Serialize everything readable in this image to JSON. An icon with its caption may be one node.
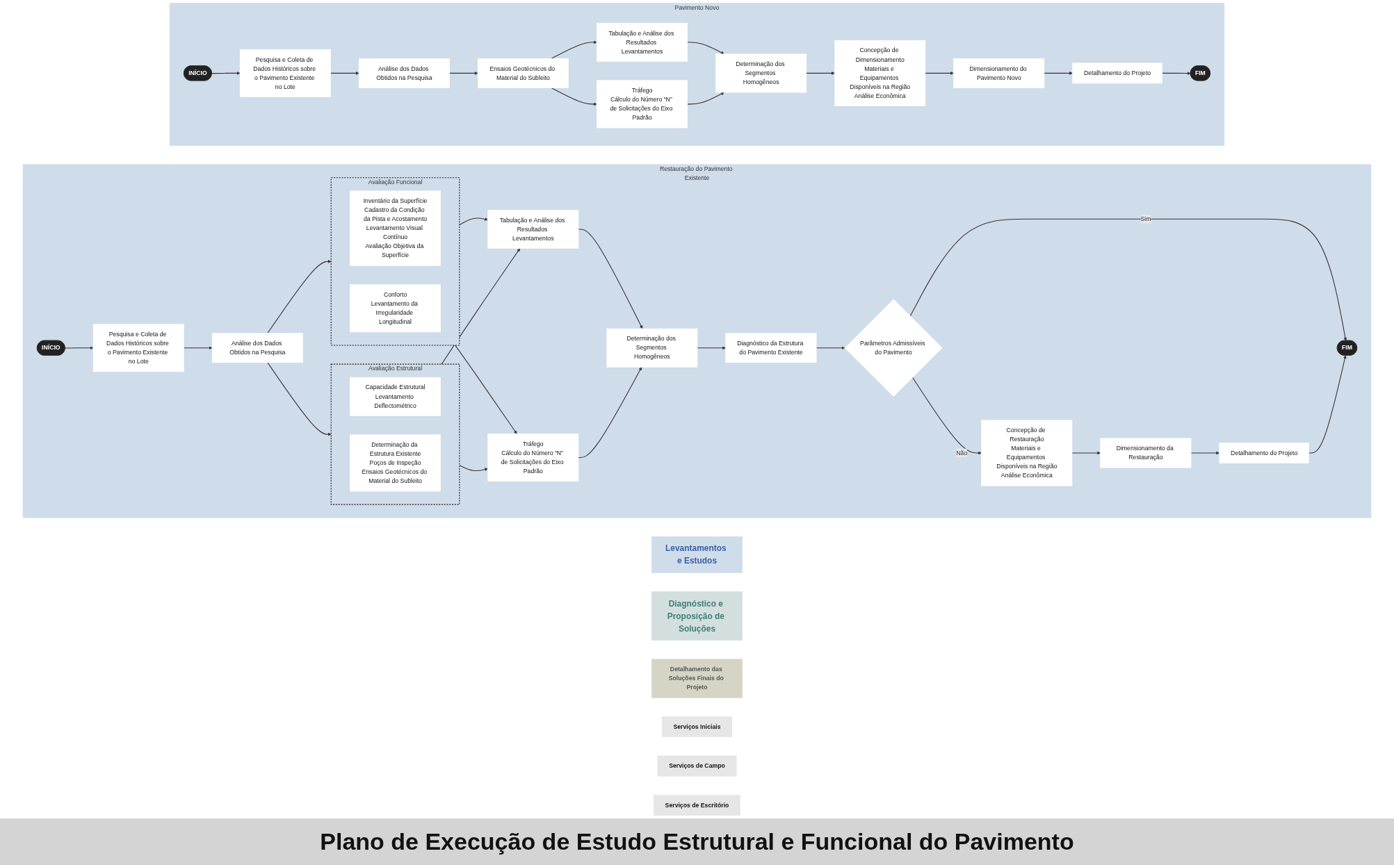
{
  "diagram": {
    "title": "Plano de Execução de Estudo Estrutural e Funcional do Pavimento",
    "nodes": [
      {
        "text": [
          "Levantamentos e Estudos"
        ]
      },
      {
        "text": [
          "Diagnóstico e Proposição de Soluções"
        ]
      },
      {
        "text": [
          "Detalhamento das Soluções Finais do Projeto"
        ]
      },
      {
        "text": [
          "Serviços Iniciais"
        ]
      },
      {
        "text": [
          "Serviços de Campo"
        ]
      },
      {
        "text": [
          "Serviços de Escritório"
        ]
      },
      {
        "text": [
          "Restauração do Pavimento Existente"
        ]
      },
      {
        "text": [
          "INÍCIO"
        ],
        "in": 6
      },
      {
        "text": [
          "Pesquisa e Coleta de Dados Históricos sobre o Pavimento Existente no Lote"
        ],
        "in": 6
      },
      {
        "text": [
          "Análise dos Dados Obtidos na Pesquisa"
        ],
        "in": 6
      },
      {
        "text": [
          "Avaliação Funcional"
        ],
        "in": 6
      },
      {
        "text": [
          "Inventário da Superfície",
          "Cadastro da Condição da Pista e Acostamento",
          "Levantamento Visual Contínuo",
          "Avaliação Objetiva da Superfície"
        ],
        "in": 10
      },
      {
        "text": [
          "Conforto",
          "Levantamento da Irregularidade Longitudinal"
        ],
        "in": 10
      },
      {
        "text": [
          "Avaliação Estrutural"
        ],
        "in": 6
      },
      {
        "text": [
          "Capacidade Estrutural",
          "Levantamento Deflectométrico"
        ],
        "in": 13
      },
      {
        "text": [
          "Determinação da Estrutura Existente",
          "Poços de Inspeção",
          "Ensaios Geotécnicos do Material do Subleito"
        ],
        "in": 13
      },
      {
        "text": [
          "Tabulação e Análise dos Resultados Levantamentos"
        ],
        "in": 6
      },
      {
        "text": [
          "Tráfego",
          "Cálculo do Número “N” de Solicitações do Eixo Padrão"
        ],
        "in": 6
      },
      {
        "text": [
          "Determinação dos Segmentos Homogêneos"
        ],
        "in": 6
      },
      {
        "text": [
          "Diagnóstico da Estrutura do Pavimento Existente"
        ],
        "in": 6
      },
      {
        "text": [
          "Parâmetros Admissíveis do Pavimento"
        ],
        "in": 6
      },
      {
        "text": [
          "FIM"
        ],
        "in": 6
      },
      {
        "text": [
          "Concepção de Restauração",
          "Materiais e Equipamentos Disponíveis na Região",
          "Análise Econômica"
        ],
        "in": 6
      },
      {
        "text": [
          "Dimensionamento da Restauração"
        ],
        "in": 6
      },
      {
        "text": [
          "Detalhamento do Projeto"
        ],
        "in": 6
      },
      {
        "text": [
          "Pavimento Novo"
        ]
      },
      {
        "text": [
          "INÍCIO"
        ],
        "in": 25
      },
      {
        "text": [
          "Pesquisa e Coleta de Dados Históricos sobre o Pavimento Existente no Lote"
        ],
        "in": 25
      },
      {
        "text": [
          "Análise dos Dados Obtidos na Pesquisa"
        ],
        "in": 25
      },
      {
        "text": [
          "Ensaios Geotécnicos do Material do Subleito"
        ],
        "in": 25
      },
      {
        "text": [
          "Tabulação e Análise dos Resultados Levantamentos"
        ],
        "in": 25
      },
      {
        "text": [
          "Tráfego",
          "Cálculo do Número “N” de Solicitações do Eixo Padrão"
        ],
        "in": 25
      },
      {
        "text": [
          "Determinação dos Segmentos Homogêneos"
        ],
        "in": 25
      },
      {
        "text": [
          "Concepção de Dimensionamento",
          "Materiais e Equipamentos Disponíveis na Região",
          "Análise Econômica"
        ],
        "in": 25
      },
      {
        "text": [
          "Dimensionamento do Pavimento Novo"
        ],
        "in": 25
      },
      {
        "text": [
          "Detalhamento do Projeto"
        ],
        "in": 25
      },
      {
        "text": [
          "FIM"
        ],
        "in": 25
      }
    ],
    "edges": [
      {
        "from": 7,
        "to": 8,
        "arrow": "to"
      },
      {
        "from": 8,
        "to": 9,
        "arrow": "to"
      },
      {
        "from": 9,
        "to": 10,
        "arrow": "to"
      },
      {
        "from": 9,
        "to": 13,
        "arrow": "to"
      },
      {
        "from": 10,
        "to": 16,
        "arrow": "to"
      },
      {
        "from": 10,
        "to": 17,
        "arrow": "to"
      },
      {
        "from": 13,
        "to": 16,
        "arrow": "to"
      },
      {
        "from": 13,
        "to": 17,
        "arrow": "to"
      },
      {
        "from": 16,
        "to": 18,
        "arrow": "to"
      },
      {
        "from": 17,
        "to": 18,
        "arrow": "to"
      },
      {
        "from": 18,
        "to": 19,
        "arrow": "to"
      },
      {
        "from": 19,
        "to": 20,
        "arrow": "to"
      },
      {
        "from": 20,
        "to": 21,
        "arrow": "to",
        "label": "Sim"
      },
      {
        "from": 20,
        "to": 22,
        "arrow": "to",
        "label": "Não"
      },
      {
        "from": 22,
        "to": 23,
        "arrow": "to"
      },
      {
        "from": 23,
        "to": 24,
        "arrow": "to"
      },
      {
        "from": 24,
        "to": 21,
        "arrow": "to"
      },
      {
        "from": 26,
        "to": 27,
        "arrow": "to"
      },
      {
        "from": 27,
        "to": 28,
        "arrow": "to"
      },
      {
        "from": 28,
        "to": 29,
        "arrow": "to"
      },
      {
        "from": 29,
        "to": 30,
        "arrow": "to"
      },
      {
        "from": 29,
        "to": 31,
        "arrow": "to"
      },
      {
        "from": 30,
        "to": 32,
        "arrow": "to"
      },
      {
        "from": 31,
        "to": 32,
        "arrow": "to"
      },
      {
        "from": 32,
        "to": 33,
        "arrow": "to"
      },
      {
        "from": 33,
        "to": 34,
        "arrow": "to"
      },
      {
        "from": 34,
        "to": 35,
        "arrow": "to"
      },
      {
        "from": 35,
        "to": 36,
        "arrow": "to"
      }
    ]
  }
}
